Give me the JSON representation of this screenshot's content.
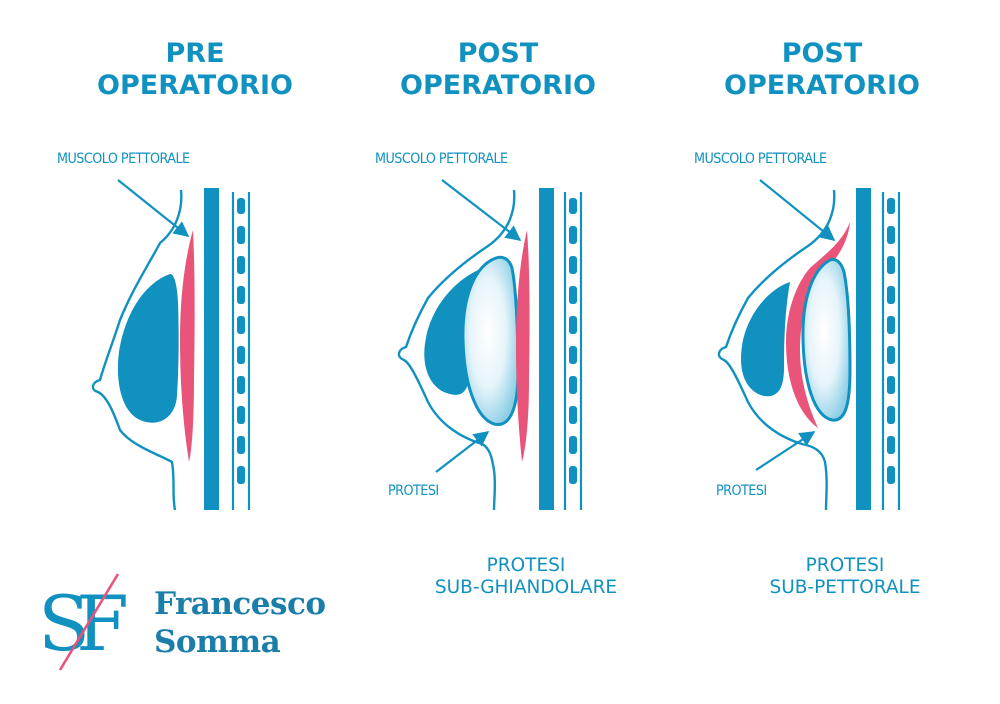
{
  "columns": [
    {
      "title_line1": "PRE",
      "title_line2": "OPERATORIO",
      "muscle_label": "MUSCOLO PETTORALE"
    },
    {
      "title_line1": "POST",
      "title_line2": "OPERATORIO",
      "muscle_label": "MUSCOLO PETTORALE",
      "implant_label": "PROTESI",
      "caption_line1": "PROTESI",
      "caption_line2": "SUB-GHIANDOLARE"
    },
    {
      "title_line1": "POST",
      "title_line2": "OPERATORIO",
      "muscle_label": "MUSCOLO PETTORALE",
      "implant_label": "PROTESI",
      "caption_line1": "PROTESI",
      "caption_line2": "SUB-PETTORALE"
    }
  ],
  "logo": {
    "monogram": "SF",
    "first_name": "Francesco",
    "last_name": "Somma"
  },
  "colors": {
    "brand_blue": "#1091c0",
    "muscle_pink": "#e9547a",
    "implant_light": "#dff1f8"
  }
}
